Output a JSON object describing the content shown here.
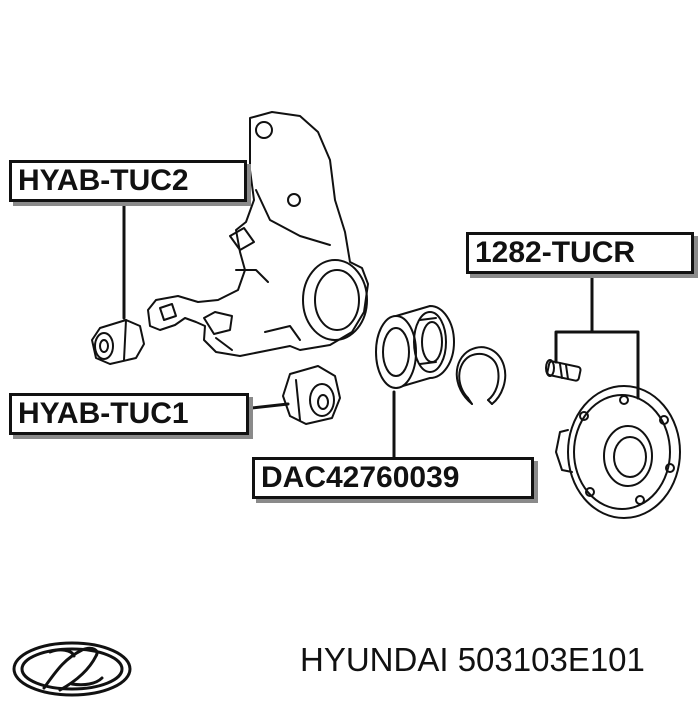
{
  "labels": {
    "hyab_tuc2": "HYAB-TUC2",
    "part_1282_tucr": "1282-TUCR",
    "hyab_tuc1": "HYAB-TUC1",
    "dac42760039": "DAC42760039"
  },
  "caption": {
    "brand": "HYUNDAI",
    "part_number": "503103E101"
  },
  "icons": {
    "logo": "hyundai-logo-icon"
  },
  "colors": {
    "line": "#111111",
    "shadow": "#8a8a8a",
    "background": "#ffffff"
  }
}
